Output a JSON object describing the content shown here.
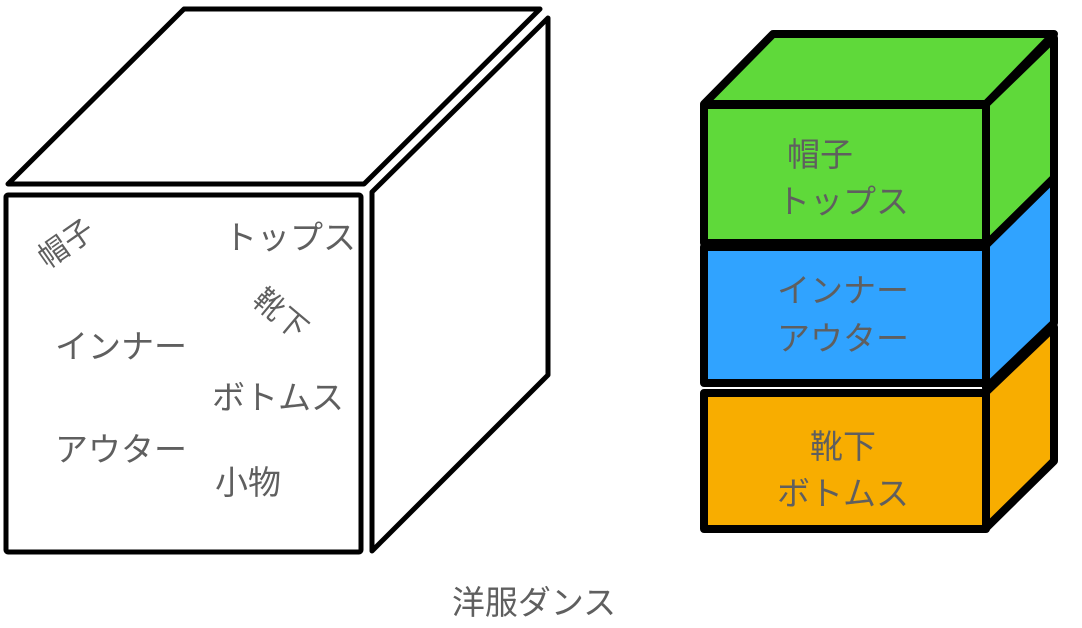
{
  "caption": "洋服ダンス",
  "messy_box": {
    "items": [
      "帽子",
      "トップス",
      "靴下",
      "インナー",
      "ボトムス",
      "アウター",
      "小物"
    ]
  },
  "organized_stack": {
    "fill_colors": {
      "top": "#5fd93a",
      "middle": "#30a3ff",
      "bottom": "#f8ad00"
    },
    "drawers": [
      {
        "line1": "帽子",
        "line2": "トップス"
      },
      {
        "line1": "インナー",
        "line2": "アウター"
      },
      {
        "line1": "靴下",
        "line2": "ボトムス"
      }
    ]
  }
}
